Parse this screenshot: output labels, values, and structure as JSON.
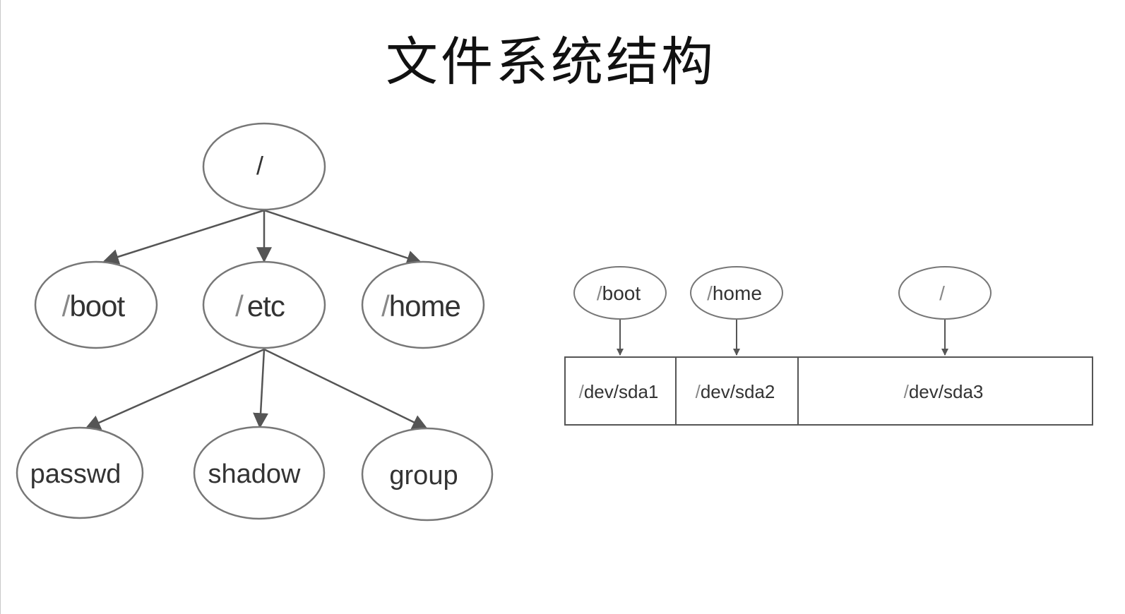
{
  "page": {
    "title": "文件系统结构"
  },
  "tree": {
    "root": {
      "slash": "/",
      "name": ""
    },
    "level1": [
      {
        "slash": "/",
        "name": "boot"
      },
      {
        "slash": "/",
        "name": "etc"
      },
      {
        "slash": "/",
        "name": "home"
      }
    ],
    "level2": [
      {
        "name": "passwd"
      },
      {
        "name": "shadow"
      },
      {
        "name": "group"
      }
    ]
  },
  "partitions": {
    "mounts": [
      {
        "slash": "/",
        "name": "boot"
      },
      {
        "slash": "/",
        "name": "home"
      },
      {
        "slash": "/",
        "name": ""
      }
    ],
    "devices": [
      {
        "slash": "/",
        "name": "dev/sda1"
      },
      {
        "slash": "/",
        "name": "dev/sda2"
      },
      {
        "slash": "/",
        "name": "dev/sda3"
      }
    ]
  },
  "colors": {
    "stroke": "#555555",
    "arrow": "#555555",
    "text": "#333333"
  }
}
